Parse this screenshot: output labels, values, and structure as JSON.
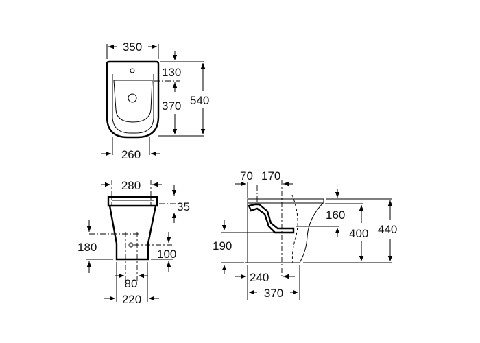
{
  "views": {
    "top": {
      "width_total": "350",
      "tap_offset": "130",
      "depth_total": "540",
      "bowl_depth": "370",
      "bowl_width": "260"
    },
    "front": {
      "rim_width": "280",
      "rim_offset": "35",
      "inlet_height": "180",
      "drain_height": "100",
      "inlet_spacing": "80",
      "base_width": "220"
    },
    "side": {
      "rear_offset": "70",
      "drain_offset": "170",
      "rim_drop": "160",
      "height_400": "400",
      "height_440": "440",
      "outlet_height": "190",
      "drain_from_wall": "240",
      "base_depth": "370"
    }
  }
}
